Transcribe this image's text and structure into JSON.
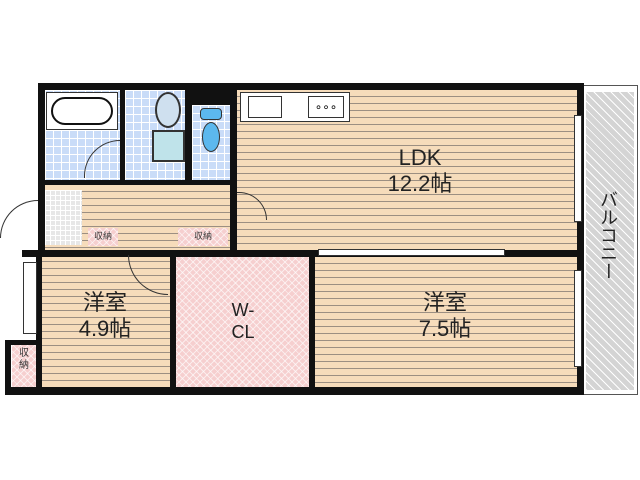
{
  "floor_plan": {
    "rooms": {
      "ldk": {
        "name": "LDK",
        "size": "12.2帖"
      },
      "western_room_1": {
        "name": "洋室",
        "size": "4.9帖"
      },
      "western_room_2": {
        "name": "洋室",
        "size": "7.5帖"
      },
      "walk_in_closet": {
        "line1": "W-",
        "line2": "CL"
      },
      "balcony": {
        "name": "バルコニー"
      },
      "storage_1": {
        "name": "収納"
      },
      "storage_2": {
        "name": "収納"
      },
      "storage_3": {
        "line1": "収",
        "line2": "納"
      }
    },
    "colors": {
      "wall": "#111111",
      "wood_floor": "#f6dcbb",
      "tile": "#c9dcf8",
      "closet": "#f6cfcf",
      "balcony": "#d4d4d4",
      "toilet": "#5cb8ee"
    }
  }
}
